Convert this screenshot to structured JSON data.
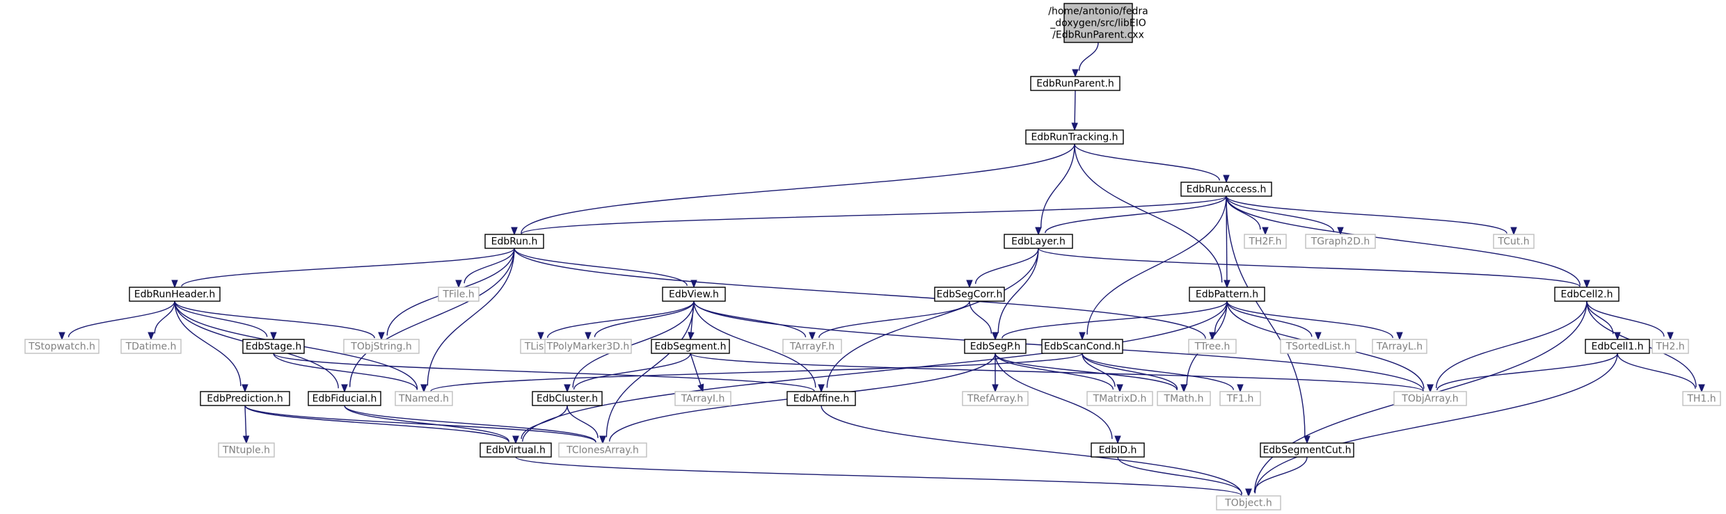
{
  "colors": {
    "edge": "#191970",
    "project_border": "#000000",
    "external_border": "#bfbfbf",
    "external_text": "#808080",
    "root_fill": "#bfbfbf"
  },
  "nodes": [
    {
      "id": "root",
      "kind": "root",
      "lines": [
        "/home/antonio/fedra",
        "_doxygen/src/libEIO",
        "/EdbRunParent.cxx"
      ]
    },
    {
      "id": "EdbRunParent",
      "kind": "proj",
      "lines": [
        "EdbRunParent.h"
      ]
    },
    {
      "id": "EdbRunTracking",
      "kind": "proj",
      "lines": [
        "EdbRunTracking.h"
      ]
    },
    {
      "id": "EdbRunAccess",
      "kind": "proj",
      "lines": [
        "EdbRunAccess.h"
      ]
    },
    {
      "id": "EdbRun",
      "kind": "proj",
      "lines": [
        "EdbRun.h"
      ]
    },
    {
      "id": "EdbLayer",
      "kind": "proj",
      "lines": [
        "EdbLayer.h"
      ]
    },
    {
      "id": "TH2F",
      "kind": "ext",
      "lines": [
        "TH2F.h"
      ]
    },
    {
      "id": "TGraph2D",
      "kind": "ext",
      "lines": [
        "TGraph2D.h"
      ]
    },
    {
      "id": "TCut",
      "kind": "ext",
      "lines": [
        "TCut.h"
      ]
    },
    {
      "id": "EdbRunHeader",
      "kind": "proj",
      "lines": [
        "EdbRunHeader.h"
      ]
    },
    {
      "id": "TFile",
      "kind": "ext",
      "lines": [
        "TFile.h"
      ]
    },
    {
      "id": "EdbView",
      "kind": "proj",
      "lines": [
        "EdbView.h"
      ]
    },
    {
      "id": "EdbSegCorr",
      "kind": "proj",
      "lines": [
        "EdbSegCorr.h"
      ]
    },
    {
      "id": "EdbPattern",
      "kind": "proj",
      "lines": [
        "EdbPattern.h"
      ]
    },
    {
      "id": "EdbCell2",
      "kind": "proj",
      "lines": [
        "EdbCell2.h"
      ]
    },
    {
      "id": "TStopwatch",
      "kind": "ext",
      "lines": [
        "TStopwatch.h"
      ]
    },
    {
      "id": "TDatime",
      "kind": "ext",
      "lines": [
        "TDatime.h"
      ]
    },
    {
      "id": "EdbStage",
      "kind": "proj",
      "lines": [
        "EdbStage.h"
      ]
    },
    {
      "id": "TObjString",
      "kind": "ext",
      "lines": [
        "TObjString.h"
      ]
    },
    {
      "id": "TList",
      "kind": "ext",
      "lines": [
        "TList.h"
      ]
    },
    {
      "id": "TPolyMarker3D",
      "kind": "ext",
      "lines": [
        "TPolyMarker3D.h"
      ]
    },
    {
      "id": "EdbSegment",
      "kind": "proj",
      "lines": [
        "EdbSegment.h"
      ]
    },
    {
      "id": "TArrayF",
      "kind": "ext",
      "lines": [
        "TArrayF.h"
      ]
    },
    {
      "id": "EdbSegP",
      "kind": "proj",
      "lines": [
        "EdbSegP.h"
      ]
    },
    {
      "id": "EdbScanCond",
      "kind": "proj",
      "lines": [
        "EdbScanCond.h"
      ]
    },
    {
      "id": "TTree",
      "kind": "ext",
      "lines": [
        "TTree.h"
      ]
    },
    {
      "id": "TSortedList",
      "kind": "ext",
      "lines": [
        "TSortedList.h"
      ]
    },
    {
      "id": "TArrayL",
      "kind": "ext",
      "lines": [
        "TArrayL.h"
      ]
    },
    {
      "id": "EdbCell1",
      "kind": "proj",
      "lines": [
        "EdbCell1.h"
      ]
    },
    {
      "id": "TH2",
      "kind": "ext",
      "lines": [
        "TH2.h"
      ]
    },
    {
      "id": "EdbPrediction",
      "kind": "proj",
      "lines": [
        "EdbPrediction.h"
      ]
    },
    {
      "id": "EdbFiducial",
      "kind": "proj",
      "lines": [
        "EdbFiducial.h"
      ]
    },
    {
      "id": "TNamed",
      "kind": "ext",
      "lines": [
        "TNamed.h"
      ]
    },
    {
      "id": "EdbCluster",
      "kind": "proj",
      "lines": [
        "EdbCluster.h"
      ]
    },
    {
      "id": "TArrayI",
      "kind": "ext",
      "lines": [
        "TArrayI.h"
      ]
    },
    {
      "id": "EdbAffine",
      "kind": "proj",
      "lines": [
        "EdbAffine.h"
      ]
    },
    {
      "id": "TRefArray",
      "kind": "ext",
      "lines": [
        "TRefArray.h"
      ]
    },
    {
      "id": "TMatrixD",
      "kind": "ext",
      "lines": [
        "TMatrixD.h"
      ]
    },
    {
      "id": "TMath",
      "kind": "ext",
      "lines": [
        "TMath.h"
      ]
    },
    {
      "id": "TF1",
      "kind": "ext",
      "lines": [
        "TF1.h"
      ]
    },
    {
      "id": "TObjArray",
      "kind": "ext",
      "lines": [
        "TObjArray.h"
      ]
    },
    {
      "id": "TH1",
      "kind": "ext",
      "lines": [
        "TH1.h"
      ]
    },
    {
      "id": "TNtuple",
      "kind": "ext",
      "lines": [
        "TNtuple.h"
      ]
    },
    {
      "id": "EdbVirtual",
      "kind": "proj",
      "lines": [
        "EdbVirtual.h"
      ]
    },
    {
      "id": "TClonesArray",
      "kind": "ext",
      "lines": [
        "TClonesArray.h"
      ]
    },
    {
      "id": "EdbID",
      "kind": "proj",
      "lines": [
        "EdbID.h"
      ]
    },
    {
      "id": "EdbSegmentCut",
      "kind": "proj",
      "lines": [
        "EdbSegmentCut.h"
      ]
    },
    {
      "id": "TObject",
      "kind": "ext",
      "lines": [
        "TObject.h"
      ]
    }
  ],
  "edges": [
    [
      "root",
      "EdbRunParent"
    ],
    [
      "EdbRunParent",
      "EdbRunTracking"
    ],
    [
      "EdbRunTracking",
      "EdbRun"
    ],
    [
      "EdbRunTracking",
      "EdbRunAccess"
    ],
    [
      "EdbRunTracking",
      "EdbLayer"
    ],
    [
      "EdbRunTracking",
      "EdbPattern"
    ],
    [
      "EdbRunAccess",
      "EdbRun"
    ],
    [
      "EdbRunAccess",
      "EdbLayer"
    ],
    [
      "EdbRunAccess",
      "TH2F"
    ],
    [
      "EdbRunAccess",
      "TGraph2D"
    ],
    [
      "EdbRunAccess",
      "TCut"
    ],
    [
      "EdbRunAccess",
      "EdbCell2"
    ],
    [
      "EdbRunAccess",
      "EdbPattern"
    ],
    [
      "EdbRunAccess",
      "EdbScanCond"
    ],
    [
      "EdbRunAccess",
      "EdbSegmentCut"
    ],
    [
      "EdbRun",
      "EdbRunHeader"
    ],
    [
      "EdbRun",
      "TFile"
    ],
    [
      "EdbRun",
      "EdbView"
    ],
    [
      "EdbRun",
      "TObjString"
    ],
    [
      "EdbRun",
      "TTree"
    ],
    [
      "EdbRun",
      "EdbFiducial"
    ],
    [
      "EdbRun",
      "TNamed"
    ],
    [
      "EdbLayer",
      "EdbSegCorr"
    ],
    [
      "EdbLayer",
      "EdbSegP"
    ],
    [
      "EdbLayer",
      "EdbAffine"
    ],
    [
      "EdbLayer",
      "EdbCell2"
    ],
    [
      "EdbRunHeader",
      "TStopwatch"
    ],
    [
      "EdbRunHeader",
      "TDatime"
    ],
    [
      "EdbRunHeader",
      "EdbStage"
    ],
    [
      "EdbRunHeader",
      "TObjString"
    ],
    [
      "EdbRunHeader",
      "EdbFiducial"
    ],
    [
      "EdbRunHeader",
      "EdbPrediction"
    ],
    [
      "EdbRunHeader",
      "TNamed"
    ],
    [
      "EdbView",
      "TList"
    ],
    [
      "EdbView",
      "TPolyMarker3D"
    ],
    [
      "EdbView",
      "EdbSegment"
    ],
    [
      "EdbView",
      "TArrayF"
    ],
    [
      "EdbView",
      "EdbCluster"
    ],
    [
      "EdbView",
      "EdbAffine"
    ],
    [
      "EdbView",
      "TClonesArray"
    ],
    [
      "EdbView",
      "TObjArray"
    ],
    [
      "EdbSegCorr",
      "TArrayF"
    ],
    [
      "EdbSegCorr",
      "EdbSegP"
    ],
    [
      "EdbPattern",
      "EdbSegP"
    ],
    [
      "EdbPattern",
      "TTree"
    ],
    [
      "EdbPattern",
      "TSortedList"
    ],
    [
      "EdbPattern",
      "TArrayL"
    ],
    [
      "EdbPattern",
      "TObjArray"
    ],
    [
      "EdbPattern",
      "TMath"
    ],
    [
      "EdbPattern",
      "EdbVirtual"
    ],
    [
      "EdbCell2",
      "EdbCell1"
    ],
    [
      "EdbCell2",
      "TH2"
    ],
    [
      "EdbCell2",
      "TH1"
    ],
    [
      "EdbCell2",
      "TObjArray"
    ],
    [
      "EdbCell2",
      "TObject"
    ],
    [
      "EdbStage",
      "TNamed"
    ],
    [
      "EdbStage",
      "EdbAffine"
    ],
    [
      "EdbSegment",
      "TArrayI"
    ],
    [
      "EdbSegment",
      "EdbCluster"
    ],
    [
      "EdbSegment",
      "TObjArray"
    ],
    [
      "EdbSegP",
      "TRefArray"
    ],
    [
      "EdbSegP",
      "TMatrixD"
    ],
    [
      "EdbSegP",
      "TMath"
    ],
    [
      "EdbSegP",
      "EdbID"
    ],
    [
      "EdbSegP",
      "TClonesArray"
    ],
    [
      "EdbScanCond",
      "TNamed"
    ],
    [
      "EdbScanCond",
      "TMatrixD"
    ],
    [
      "EdbScanCond",
      "TMath"
    ],
    [
      "EdbScanCond",
      "TF1"
    ],
    [
      "EdbCell1",
      "TObjArray"
    ],
    [
      "EdbCell1",
      "TH1"
    ],
    [
      "EdbCell1",
      "TObject"
    ],
    [
      "EdbPrediction",
      "TNtuple"
    ],
    [
      "EdbPrediction",
      "EdbVirtual"
    ],
    [
      "EdbPrediction",
      "TClonesArray"
    ],
    [
      "EdbFiducial",
      "EdbVirtual"
    ],
    [
      "EdbFiducial",
      "TClonesArray"
    ],
    [
      "EdbCluster",
      "EdbVirtual"
    ],
    [
      "EdbCluster",
      "TClonesArray"
    ],
    [
      "EdbAffine",
      "TObject"
    ],
    [
      "EdbVirtual",
      "TObject"
    ],
    [
      "EdbID",
      "TObject"
    ],
    [
      "EdbSegmentCut",
      "TObject"
    ]
  ]
}
